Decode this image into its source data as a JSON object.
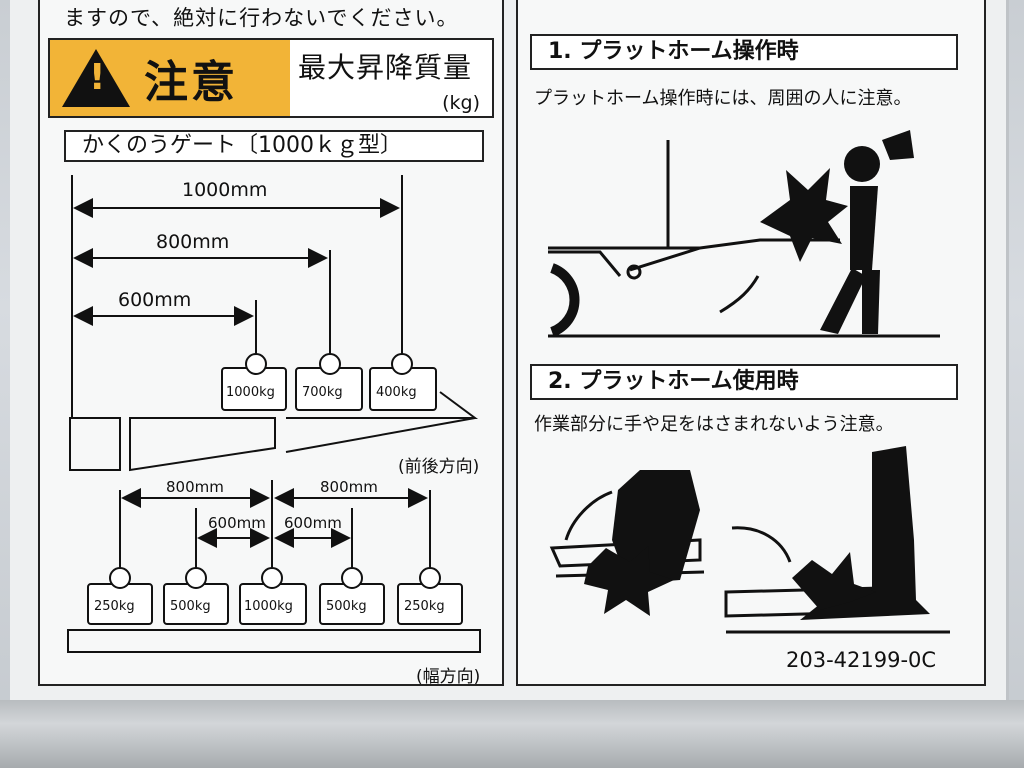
{
  "top_note": "ますので、絶対に行わないでください。",
  "caution": {
    "label": "注意",
    "max_mass_label": "最大昇降質量",
    "unit": "(kg)"
  },
  "gate": {
    "title": "かくのうゲート〔1000ｋｇ型〕",
    "front_rear": {
      "dims": [
        "1000mm",
        "800mm",
        "600mm"
      ],
      "weights": [
        "1000kg",
        "700kg",
        "400kg"
      ],
      "direction": "(前後方向)"
    },
    "width": {
      "dims_outer": [
        "800mm",
        "800mm"
      ],
      "dims_inner": [
        "600mm",
        "600mm"
      ],
      "weights": [
        "250kg",
        "500kg",
        "1000kg",
        "500kg",
        "250kg"
      ],
      "direction": "(幅方向)"
    }
  },
  "section1": {
    "title": "1. プラットホーム操作時",
    "desc": "プラットホーム操作時には、周囲の人に注意。"
  },
  "section2": {
    "title": "2. プラットホーム使用時",
    "desc": "作業部分に手や足をはさまれないよう注意。"
  },
  "code": "203-42199-0C"
}
